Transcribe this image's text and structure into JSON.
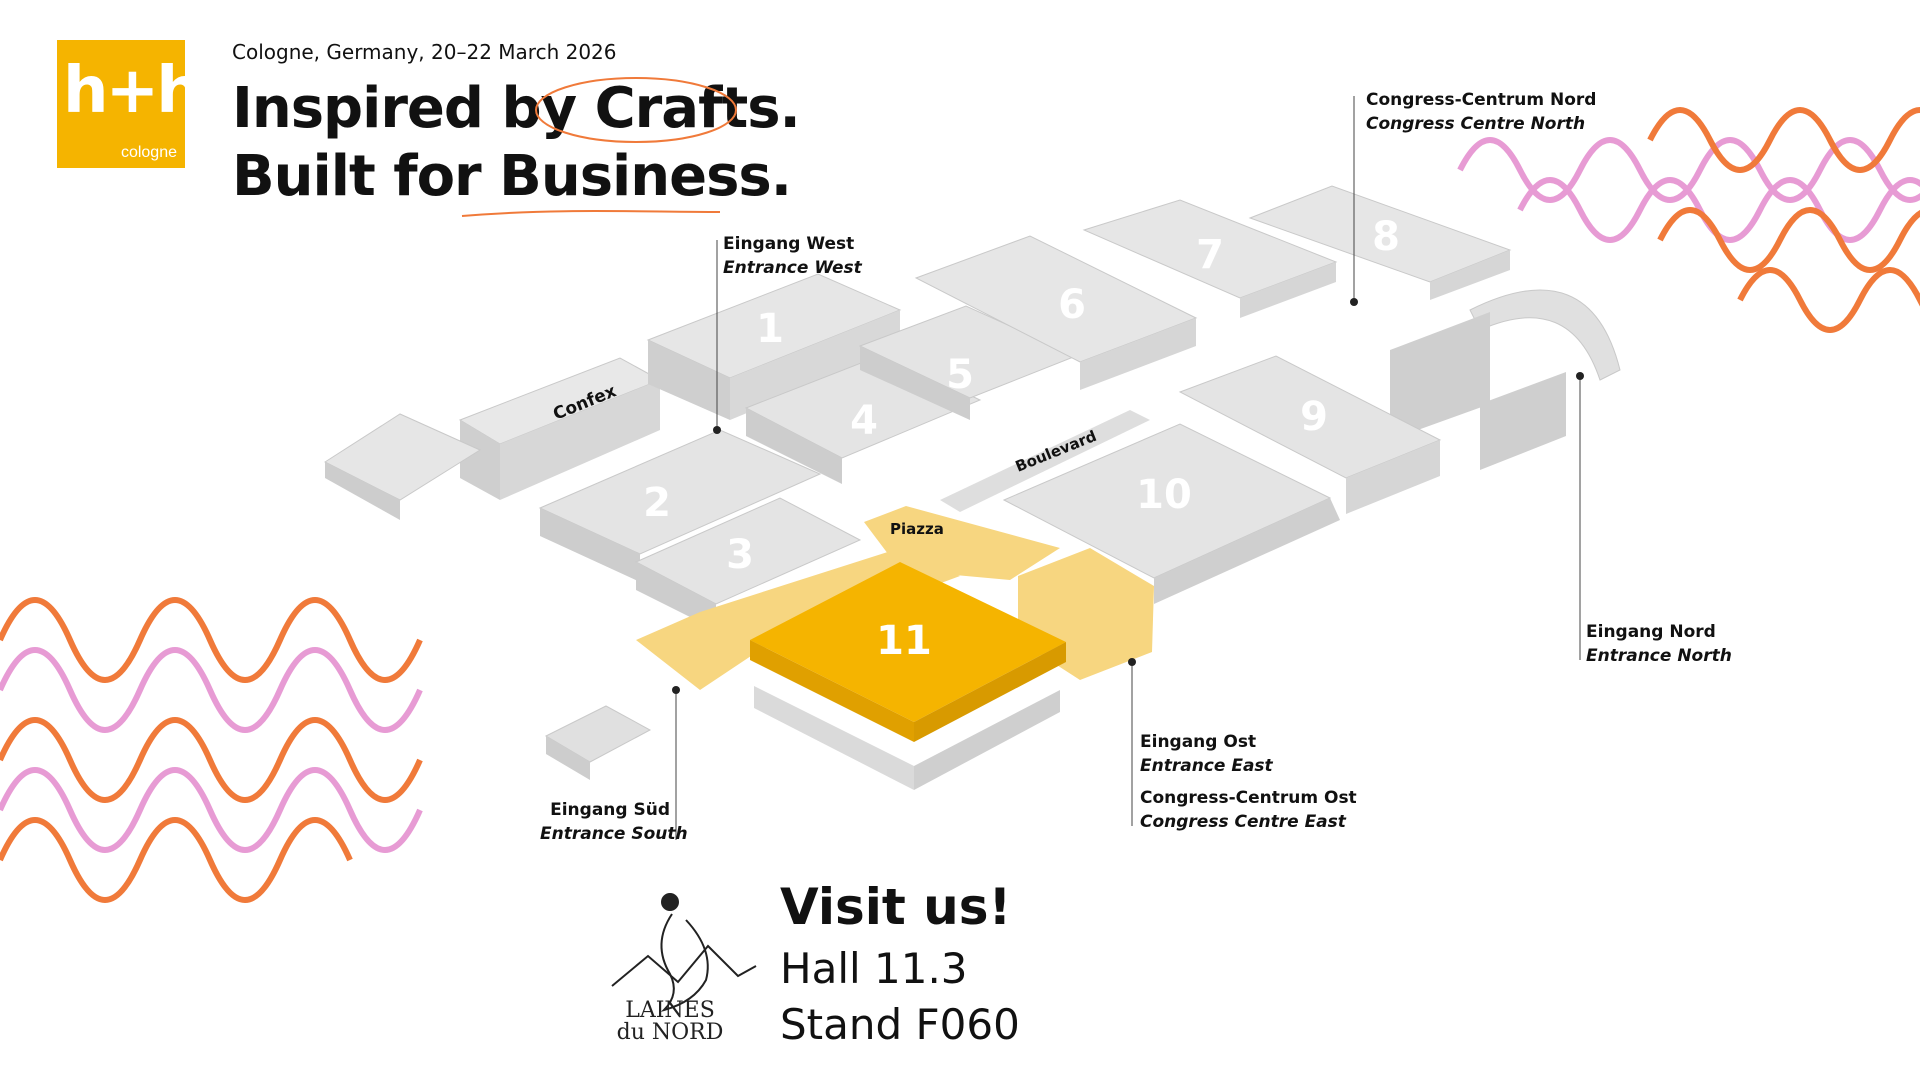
{
  "logo": {
    "mark": "h+h",
    "city": "cologne"
  },
  "header": {
    "date": "Cologne, Germany, 20–22 March 2026",
    "headline_line1": "Inspired by Crafts.",
    "headline_line2": "Built for Business."
  },
  "map": {
    "halls": [
      {
        "id": "hall-1",
        "label": "1"
      },
      {
        "id": "hall-2",
        "label": "2"
      },
      {
        "id": "hall-3",
        "label": "3"
      },
      {
        "id": "hall-4",
        "label": "4"
      },
      {
        "id": "hall-5",
        "label": "5"
      },
      {
        "id": "hall-6",
        "label": "6"
      },
      {
        "id": "hall-7",
        "label": "7"
      },
      {
        "id": "hall-8",
        "label": "8"
      },
      {
        "id": "hall-9",
        "label": "9"
      },
      {
        "id": "hall-10",
        "label": "10"
      },
      {
        "id": "hall-11",
        "label": "11"
      }
    ],
    "confex": "Confex",
    "boulevard": "Boulevard",
    "piazza": "Piazza",
    "highlight_color": "#f5b400",
    "entrances": {
      "west": {
        "de": "Eingang West",
        "en": "Entrance West"
      },
      "south": {
        "de": "Eingang Süd",
        "en": "Entrance South"
      },
      "east": {
        "de": "Eingang Ost",
        "en": "Entrance East"
      },
      "congress_east": {
        "de": "Congress-Centrum Ost",
        "en": "Congress Centre East"
      },
      "north": {
        "de": "Eingang Nord",
        "en": "Entrance North"
      },
      "congress_north": {
        "de": "Congress-Centrum Nord",
        "en": "Congress Centre North"
      }
    }
  },
  "exhibitor": {
    "brand_line1": "LAINES",
    "brand_line2": "du NORD",
    "visit": "Visit us!",
    "hall": "Hall 11.3",
    "stand": "Stand F060"
  },
  "colors": {
    "accent": "#f5b400",
    "orange": "#f07a3a",
    "pink": "#e79bd4",
    "building": "#dcdcdc"
  }
}
